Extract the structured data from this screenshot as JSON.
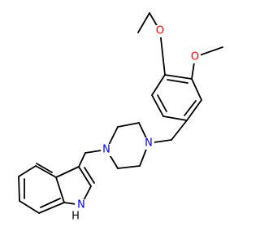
{
  "structure": {
    "colors": {
      "carbon_bond": "#000000",
      "oxygen": "#ff0000",
      "nitrogen": "#0000ff",
      "hydrogen_on_nitrogen": "#000000"
    },
    "labels": {
      "ethoxy_oxygen": "O",
      "methoxy_oxygen": "O",
      "piperazine_n_left": "N",
      "piperazine_n_right": "N",
      "indole_n": "N",
      "indole_h": "H"
    }
  }
}
